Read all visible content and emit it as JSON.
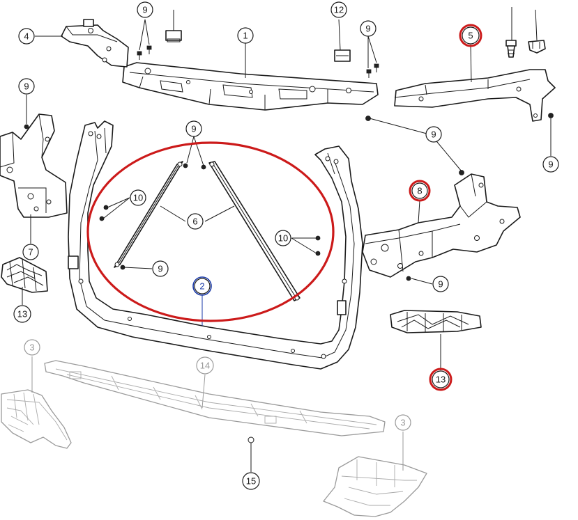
{
  "highlight_colors": {
    "red": "#cc1a1a",
    "blue": "#1a3aa8"
  },
  "callouts": {
    "c9_top_a": "9",
    "c4": "4",
    "c12": "12",
    "c9_top_b": "9",
    "c1": "1",
    "c5": "5",
    "c9_left": "9",
    "c9_center": "9",
    "c9_right_mid": "9",
    "c9_far_right": "9",
    "c10_left": "10",
    "c6": "6",
    "c8": "8",
    "c10_right": "10",
    "c7": "7",
    "c9_strut": "9",
    "c2": "2",
    "c9_bracket": "9",
    "c13_left": "13",
    "c13_right": "13",
    "c3_left": "3",
    "c14": "14",
    "c3_right": "3",
    "c15": "15"
  }
}
